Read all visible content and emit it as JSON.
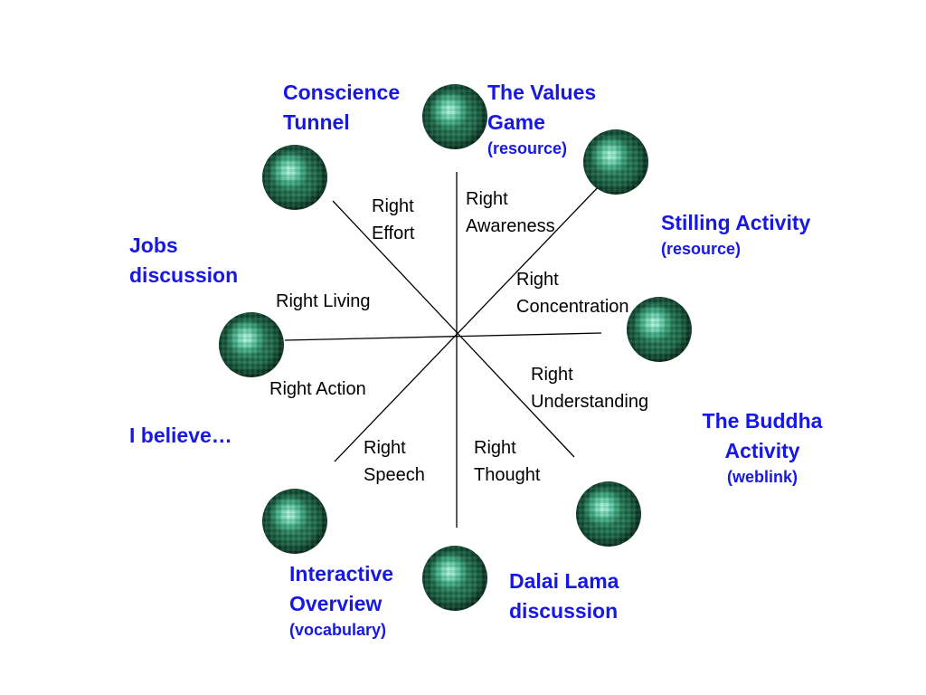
{
  "activities": {
    "conscience_tunnel": {
      "line1": "Conscience",
      "line2": "Tunnel"
    },
    "values_game": {
      "line1": "The Values",
      "line2": "Game",
      "note": "(resource)"
    },
    "stilling_activity": {
      "line1": "Stilling Activity",
      "note": "(resource)"
    },
    "jobs_discussion": {
      "line1": "Jobs",
      "line2": "discussion"
    },
    "buddha_activity": {
      "line1": "The Buddha",
      "line2": "Activity",
      "note": "(weblink)"
    },
    "i_believe": {
      "line1": "I believe…"
    },
    "interactive_overview": {
      "line1": "Interactive",
      "line2": "Overview",
      "note": "(vocabulary)"
    },
    "dalai_lama": {
      "line1": "Dalai Lama",
      "line2": "discussion"
    }
  },
  "path": {
    "right_effort": {
      "line1": "Right",
      "line2": "Effort"
    },
    "right_awareness": {
      "line1": "Right",
      "line2": "Awareness"
    },
    "right_concentration": {
      "line1": "Right",
      "line2": "Concentration"
    },
    "right_living": {
      "line1": "Right Living"
    },
    "right_understanding": {
      "line1": "Right",
      "line2": "Understanding"
    },
    "right_action": {
      "line1": "Right Action"
    },
    "right_speech": {
      "line1": "Right",
      "line2": "Speech"
    },
    "right_thought": {
      "line1": "Right",
      "line2": "Thought"
    }
  },
  "colors": {
    "activity_text": "#1717e6",
    "path_text": "#000000",
    "lines": "#000000"
  }
}
